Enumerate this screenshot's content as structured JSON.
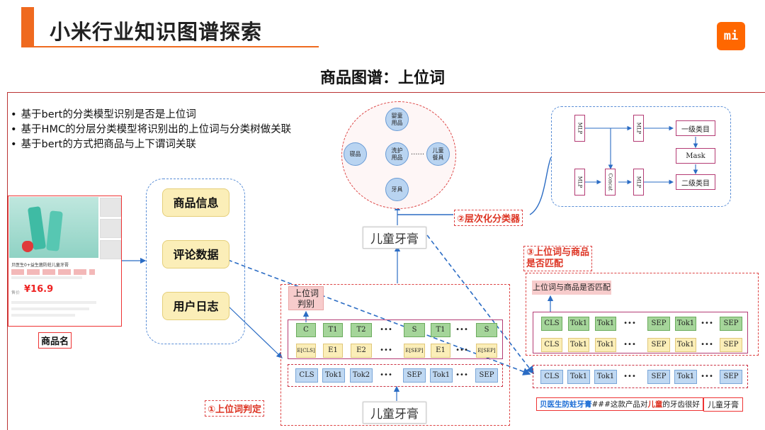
{
  "header": {
    "title": "小米行业知识图谱探索",
    "logo_text": "mi",
    "subtitle": "商品图谱：上位词"
  },
  "bullets": [
    "基于bert的分类模型识别是否是上位词",
    "基于HMC的分层分类模型将识别出的上位词与分类树做关联",
    "基于bert的方式把商品与上下谓词关联"
  ],
  "product": {
    "name_line": "贝医生0+益生菌防蛀儿童牙膏",
    "price": "¥16.9",
    "price_label": "售价",
    "caption": "商品名"
  },
  "data_sources": [
    "商品信息",
    "评论数据",
    "用户日志"
  ],
  "tree": {
    "root": "婴童\n用品",
    "level2": [
      "寝品",
      "洗护\n用品",
      "儿童\n餐具"
    ],
    "ellipsis": "......",
    "leaf": "牙具"
  },
  "hmc": {
    "mlp_label": "MLP",
    "concat_label": "Concat",
    "level1": "一级类目",
    "mask": "Mask",
    "level2": "二级类目",
    "classifier_label": "②层次化分类器"
  },
  "hypernym_query": "儿童牙膏",
  "judge": {
    "title": "上位词\n判别",
    "output_row": [
      "C",
      "T1",
      "T2",
      "•••",
      "S",
      "T1",
      "•••",
      "S"
    ],
    "embed_row": [
      "E[CLS]",
      "E1",
      "E2",
      "•••",
      "E[SEP]",
      "E1",
      "•••",
      "E[SEP]"
    ],
    "input_row": [
      "CLS",
      "Tok1",
      "Tok2",
      "•••",
      "SEP",
      "Tok1",
      "•••",
      "SEP"
    ],
    "query": "儿童牙膏",
    "label": "①上位词判定"
  },
  "match": {
    "heading": "③上位词与商品\n是否匹配",
    "title": "上位词与商品是否匹配",
    "row1": [
      "CLS",
      "Tok1",
      "Tok1",
      "•••",
      "SEP",
      "Tok1",
      "•••",
      "SEP"
    ],
    "row2": [
      "CLS",
      "Tok1",
      "Tok1",
      "•••",
      "SEP",
      "Tok1",
      "•••",
      "SEP"
    ],
    "row3": [
      "CLS",
      "Tok1",
      "Tok1",
      "•••",
      "SEP",
      "Tok1",
      "•••",
      "SEP"
    ],
    "caption_product": "贝医生防蛀牙膏",
    "caption_sep": "###这款产品对",
    "caption_highlight": "儿童",
    "caption_tail": "的牙齿很好",
    "caption_query": "儿童牙膏"
  },
  "colors": {
    "accent": "#ef6a1f",
    "logo": "#ff6700",
    "red": "#d32f2f",
    "blue": "#1f6fd6",
    "yellow_box": "#fbeeb8",
    "green_cell": "#a5d59a",
    "blue_cell": "#bfd8f2"
  }
}
